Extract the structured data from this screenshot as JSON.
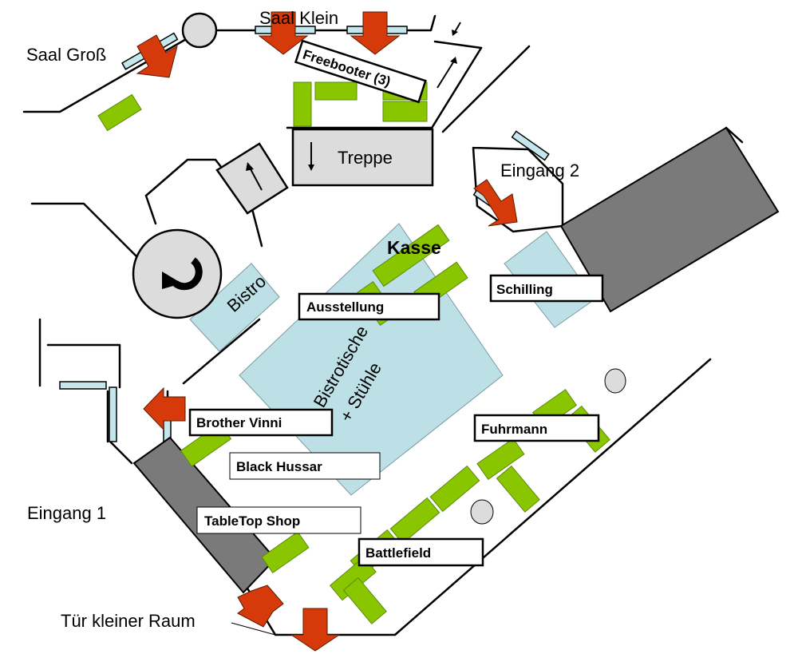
{
  "colors": {
    "table": "#8ac600",
    "door_arrow": "#d63a0a",
    "light_blue": "#bde0e6",
    "dark_gray": "#7a7a7a",
    "light_gray": "#dcdcdc",
    "door_window": "#c4e6ec"
  },
  "rooms": {
    "saal_gross": "Saal Groß",
    "saal_klein": "Saal Klein",
    "eingang_1": "Eingang 1",
    "eingang_2": "Eingang 2",
    "tuer_kleiner_raum": "Tür kleiner Raum",
    "treppe": "Treppe",
    "bistro": "Bistro",
    "kasse": "Kasse",
    "bistrotische_line1": "Bistrotische",
    "bistrotische_line2": "+ Stühle"
  },
  "vendors": {
    "freebooter": "Freebooter (3)",
    "ausstellung": "Ausstellung",
    "schilling": "Schilling",
    "brother_vinni": "Brother Vinni",
    "black_hussar": "Black Hussar",
    "tabletop_shop": "TableTop Shop",
    "fuhrmann": "Fuhrmann",
    "battlefield": "Battlefield"
  },
  "icons": {
    "treppe_down_arrow": "down-arrow-icon",
    "stair_up_arrow": "up-arrow-icon",
    "revolving_door": "curved-arrow-icon"
  }
}
